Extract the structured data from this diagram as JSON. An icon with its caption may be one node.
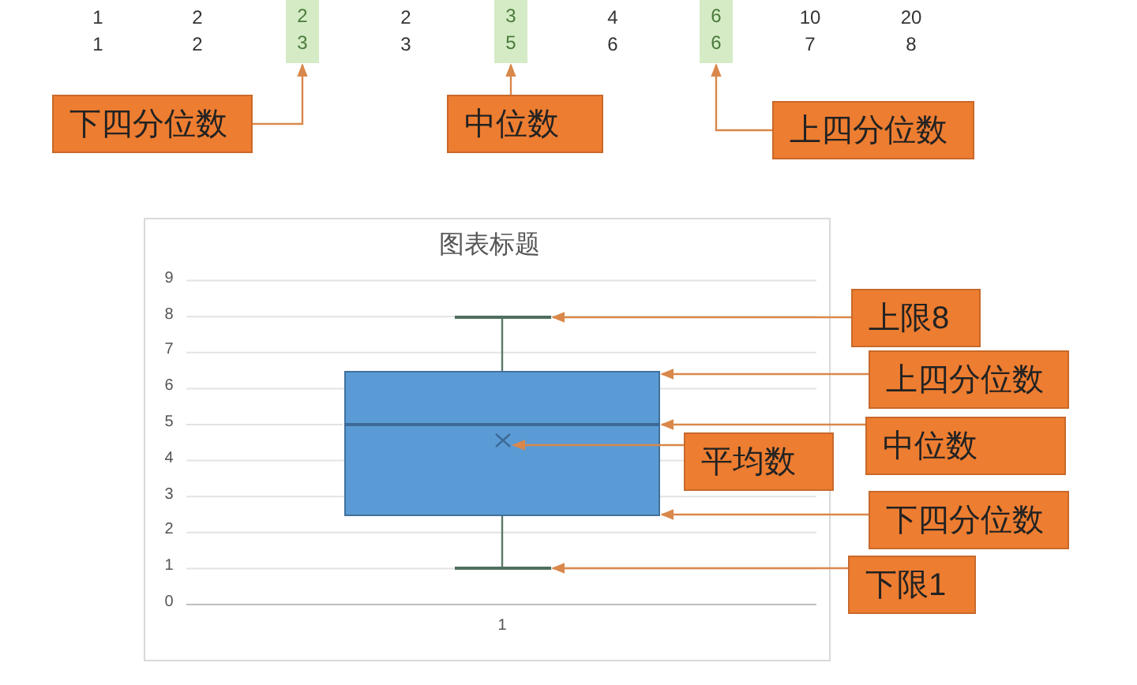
{
  "diagram": {
    "nodes": [
      {
        "text": [
          "2",
          "3"
        ]
      },
      {
        "text": [
          "3",
          "5"
        ]
      },
      {
        "text": [
          "6",
          "6"
        ]
      },
      {
        "text": [
          "下四分位数"
        ]
      },
      {
        "text": [
          "中位数"
        ]
      },
      {
        "text": [
          "上四分位数"
        ]
      },
      {
        "text": [],
        "shape": "bar"
      },
      {
        "text": [],
        "shape": "box"
      },
      {
        "text": [],
        "shape": "bar",
        "in": 7
      },
      {
        "text": [],
        "shape": "cross",
        "in": 7
      },
      {
        "text": [],
        "shape": "bar"
      },
      {
        "text": [
          "上限8"
        ]
      },
      {
        "text": [
          "上四分位数"
        ]
      },
      {
        "text": [
          "中位数"
        ]
      },
      {
        "text": [
          "平均数"
        ]
      },
      {
        "text": [
          "下四分位数"
        ]
      },
      {
        "text": [
          "下限1"
        ]
      }
    ],
    "edges": [
      {
        "from": 3,
        "to": 0,
        "arrow": "to"
      },
      {
        "from": 4,
        "to": 1,
        "arrow": "to"
      },
      {
        "from": 5,
        "to": 2,
        "arrow": "to"
      },
      {
        "from": 11,
        "to": 6,
        "arrow": "to"
      },
      {
        "from": 12,
        "to": 7,
        "arrow": "to"
      },
      {
        "from": 13,
        "to": 8,
        "arrow": "to"
      },
      {
        "from": 14,
        "to": 9,
        "arrow": "to"
      },
      {
        "from": 15,
        "to": 7,
        "arrow": "to"
      },
      {
        "from": 16,
        "to": 10,
        "arrow": "to"
      },
      {
        "from": 6,
        "to": 7,
        "arrow": "none",
        "color": "#5b7a6a"
      },
      {
        "from": 7,
        "to": 10,
        "arrow": "none",
        "color": "#5b7a6a"
      }
    ],
    "labels": [
      "1",
      "2",
      "2",
      "4",
      "10",
      "20",
      "1",
      "2",
      "3",
      "6",
      "7",
      "8",
      "图表标题",
      "9",
      "8",
      "7",
      "6",
      "5",
      "4",
      "3",
      "2",
      "1",
      "0",
      "1"
    ]
  }
}
